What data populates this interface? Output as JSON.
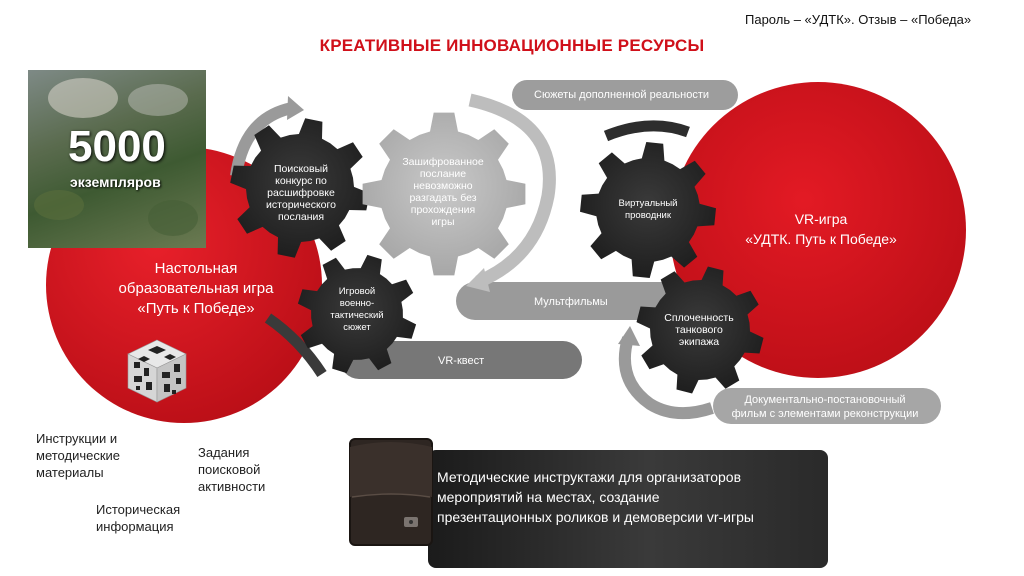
{
  "header": {
    "password_note": "Пароль – «УДТК». Отзыв – «Победа»",
    "title": "КРЕАТИВНЫЕ ИННОВАЦИОННЫЕ РЕСУРСЫ"
  },
  "print_run": {
    "count": "5000",
    "unit": "экземпляров"
  },
  "left_circle": {
    "label_1": "Настольная",
    "label_2": "образовательная игра",
    "label_3": "«Путь к Победе»"
  },
  "right_circle": {
    "label_1": "VR-игра",
    "label_2": "«УДТК. Путь к Победе»"
  },
  "gears": {
    "search_contest": [
      "Поисковый",
      "конкурс по",
      "расшифровке",
      "исторического",
      "послания"
    ],
    "encrypted": [
      "Зашифрованное",
      "послание",
      "невозможно",
      "разгадать без",
      "прохождения",
      "игры"
    ],
    "military_game": [
      "Игровой",
      "военно-",
      "тактический",
      "сюжет"
    ],
    "virtual_guide": [
      "Виртуальный",
      "проводник"
    ],
    "tank_crew": [
      "Сплоченность",
      "танкового",
      "экипажа"
    ]
  },
  "pills": {
    "ar": "Сюжеты дополненной  реальности",
    "cartoons": "Мультфильмы",
    "vr_quest": "VR-квест",
    "documentary_1": "Документально-постановочный",
    "documentary_2": "фильм с элементами реконструкции"
  },
  "materials": {
    "instructions": [
      "Инструкции и",
      "методические",
      "материалы"
    ],
    "tasks": [
      "Задания",
      "поисковой",
      "активности"
    ],
    "history": [
      "Историческая",
      "информация"
    ]
  },
  "methodical": [
    "Методические инструктажи для организаторов",
    "мероприятий на местах,  создание",
    "презентационных роликов и демоверсии vr-игры"
  ],
  "colors": {
    "brand_red": "#d0101a",
    "gear_dark": "#2b2b2b",
    "gear_light": "#b8b8b8",
    "pill_gray": "#9a9a9a"
  }
}
